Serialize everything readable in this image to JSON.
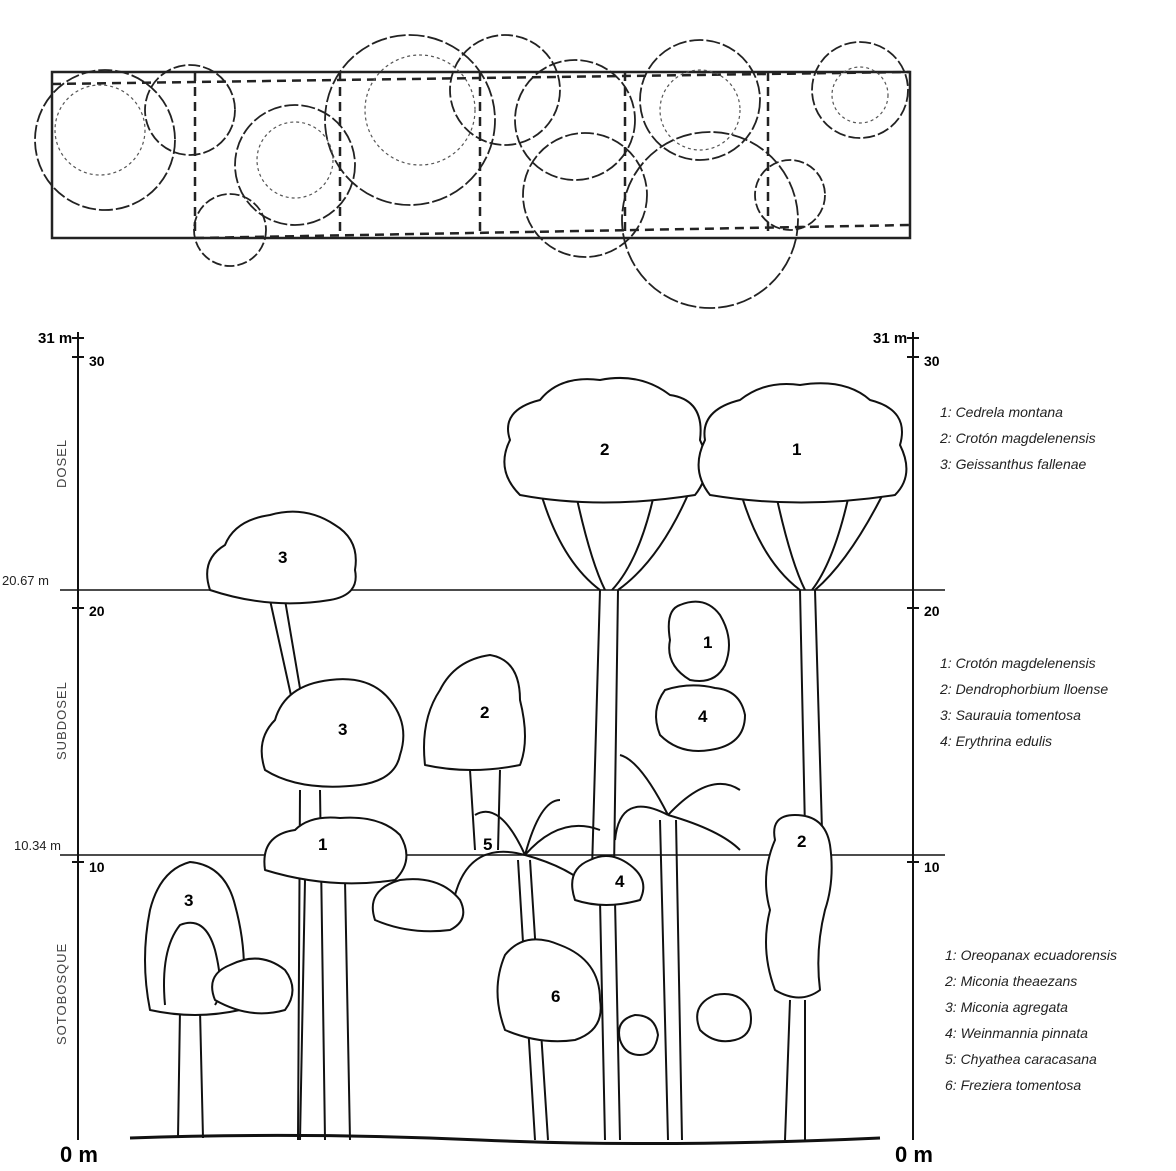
{
  "diagram": {
    "left_axis": {
      "top_label": "31 m",
      "tick_30": "30",
      "tick_20": "20",
      "tick_10": "10",
      "bottom_label": "0 m"
    },
    "right_axis": {
      "top_label": "31 m",
      "tick_30": "30",
      "tick_20": "20",
      "tick_10": "10",
      "bottom_label": "0 m"
    },
    "reference_lines": [
      {
        "label": "20.67 m"
      },
      {
        "label": "10.34 m"
      }
    ],
    "strata": {
      "dosel": "DOSEL",
      "subdosel": "SUBDOSEL",
      "sotobosque": "SOTOBOSQUE"
    },
    "legends": {
      "dosel": [
        "1: Cedrela montana",
        "2: Crotón magdelenensis",
        "3: Geissanthus fallenae"
      ],
      "subdosel": [
        "1: Crotón magdelenensis",
        "2: Dendrophorbium lloense",
        "3: Saurauia tomentosa",
        "4: Erythrina edulis"
      ],
      "sotobosque": [
        "1: Oreopanax ecuadorensis",
        "2: Miconia theaezans",
        "3: Miconia agregata",
        "4: Weinmannia pinnata",
        "5: Chyathea caracasana",
        "6: Freziera tomentosa"
      ]
    },
    "tree_numbers": {
      "dosel_2": "2",
      "dosel_1": "1",
      "dosel_3": "3",
      "sub_3": "3",
      "sub_2": "2",
      "sub_1": "1",
      "sub_4": "4",
      "soto_3": "3",
      "soto_1": "1",
      "soto_5": "5",
      "soto_4": "4",
      "soto_6": "6",
      "soto_2": "2"
    }
  }
}
